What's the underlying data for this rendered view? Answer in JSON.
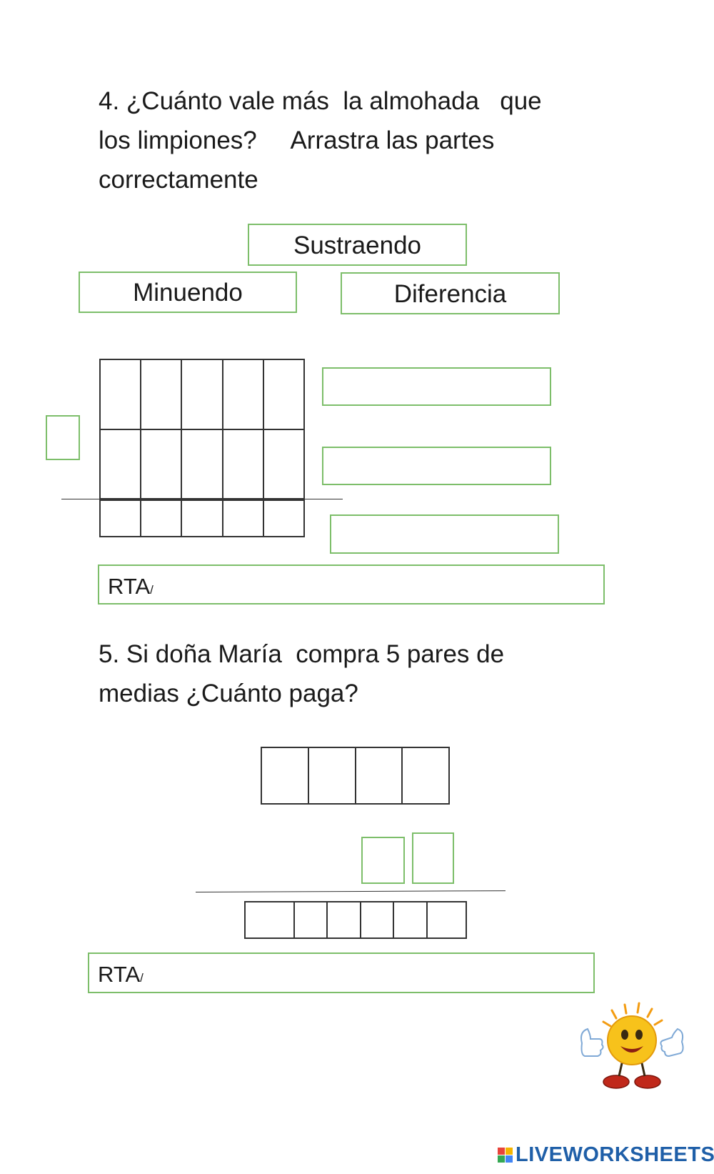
{
  "question4": {
    "line1": "4. ¿Cuánto vale más  la almohada   que",
    "line2": "los limpiones?     Arrastra las partes",
    "line3": "correctamente"
  },
  "drag_tiles": {
    "sustraendo": "Sustraendo",
    "minuendo": "Minuendo",
    "diferencia": "Diferencia"
  },
  "answer_label": {
    "text": "RTA",
    "slash": "/"
  },
  "question5": {
    "line1": "5. Si doña María  compra 5 pares de",
    "line2": "medias ¿Cuánto paga?"
  },
  "footer": {
    "brand": "LIVEWORKSHEETS",
    "logo_letters": [
      "L",
      "I",
      "V",
      "E"
    ]
  },
  "colors": {
    "box_border": "#7dbe6a",
    "grid_border": "#333333",
    "brand": "#1f5fa8",
    "logo": [
      "#e8443a",
      "#f4b400",
      "#34a853",
      "#4285f4"
    ]
  },
  "icons": {
    "mascot": "thumbs-up-sun-icon",
    "brand_logo": "liveworksheets-logo-icon"
  }
}
